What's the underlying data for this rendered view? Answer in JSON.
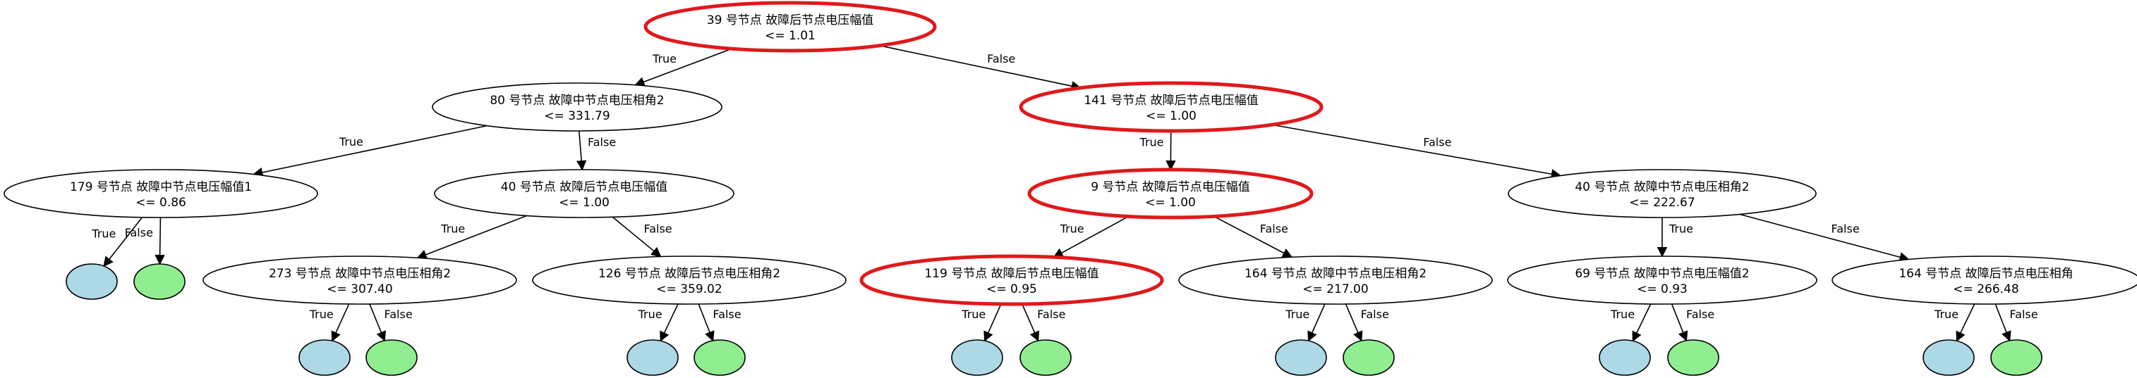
{
  "tree": {
    "nodes": [
      {
        "id": "n0",
        "label1": "39 号节点   故障后节点电压幅值",
        "label2": "<= 1.01",
        "highlight": true
      },
      {
        "id": "n1",
        "label1": "80 号节点   故障中节点电压相角2",
        "label2": "<= 331.79",
        "highlight": false
      },
      {
        "id": "n2",
        "label1": "141 号节点   故障后节点电压幅值",
        "label2": "<= 1.00",
        "highlight": true
      },
      {
        "id": "n3",
        "label1": "179 号节点   故障中节点电压幅值1",
        "label2": "<= 0.86",
        "highlight": false
      },
      {
        "id": "n4",
        "label1": "40 号节点   故障后节点电压幅值",
        "label2": "<= 1.00",
        "highlight": false
      },
      {
        "id": "n5",
        "label1": "9 号节点   故障后节点电压幅值",
        "label2": "<= 1.00",
        "highlight": true
      },
      {
        "id": "n6",
        "label1": "40 号节点   故障中节点电压相角2",
        "label2": "<= 222.67",
        "highlight": false
      },
      {
        "id": "n7",
        "label1": "273 号节点   故障中节点电压相角2",
        "label2": "<= 307.40",
        "highlight": false
      },
      {
        "id": "n8",
        "label1": "126 号节点   故障后节点电压相角2",
        "label2": "<= 359.02",
        "highlight": false
      },
      {
        "id": "n9",
        "label1": "119 号节点   故障后节点电压幅值",
        "label2": "<= 0.95",
        "highlight": true
      },
      {
        "id": "n10",
        "label1": "164 号节点   故障中节点电压相角2",
        "label2": "<= 217.00",
        "highlight": false
      },
      {
        "id": "n11",
        "label1": "69 号节点   故障中节点电压幅值2",
        "label2": "<= 0.93",
        "highlight": false
      },
      {
        "id": "n12",
        "label1": "164 号节点   故障后节点电压相角",
        "label2": "<= 266.48",
        "highlight": false
      }
    ],
    "edges": [
      {
        "from": "n0",
        "to": "n1",
        "label": "True"
      },
      {
        "from": "n0",
        "to": "n2",
        "label": "False"
      },
      {
        "from": "n1",
        "to": "n3",
        "label": "True"
      },
      {
        "from": "n1",
        "to": "n4",
        "label": "False"
      },
      {
        "from": "n2",
        "to": "n5",
        "label": "True"
      },
      {
        "from": "n2",
        "to": "n6",
        "label": "False"
      },
      {
        "from": "n4",
        "to": "n7",
        "label": "True"
      },
      {
        "from": "n4",
        "to": "n8",
        "label": "False"
      },
      {
        "from": "n5",
        "to": "n9",
        "label": "True"
      },
      {
        "from": "n5",
        "to": "n10",
        "label": "False"
      },
      {
        "from": "n6",
        "to": "n11",
        "label": "True"
      },
      {
        "from": "n6",
        "to": "n12",
        "label": "False"
      }
    ],
    "leaf_labels": {
      "left": "True",
      "right": "False"
    },
    "colors": {
      "highlight": "#e0191b",
      "leaf_true": "#add8e6",
      "leaf_false": "#90ee90",
      "line": "#000000"
    }
  }
}
